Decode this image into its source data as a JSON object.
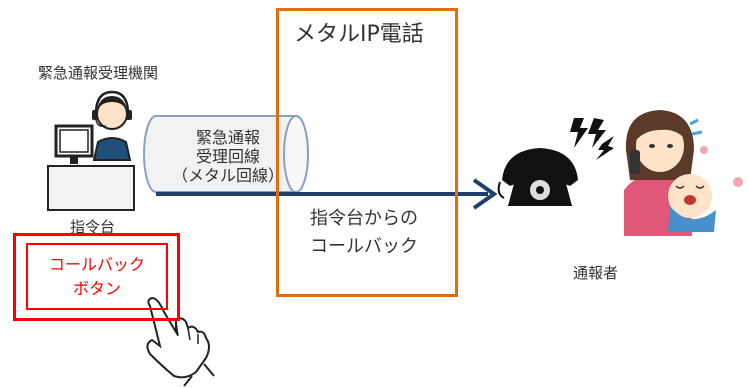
{
  "org_label": "緊急通報受理機関",
  "desk_label": "指令台",
  "caller_label": "通報者",
  "ip_network": {
    "title": "メタルIP電話"
  },
  "callback_text": [
    "指令台からの",
    "コールバック"
  ],
  "pipe_text": [
    "緊急通報",
    "受理回線",
    "（メタル回線）"
  ],
  "callback_button": [
    "コールバック",
    "ボタン"
  ],
  "colors": {
    "ip_border": "#e46c0a",
    "button_red": "#ff0000",
    "arrow": "#1f3f6e",
    "pipe_fill": "#f2f2f2"
  }
}
